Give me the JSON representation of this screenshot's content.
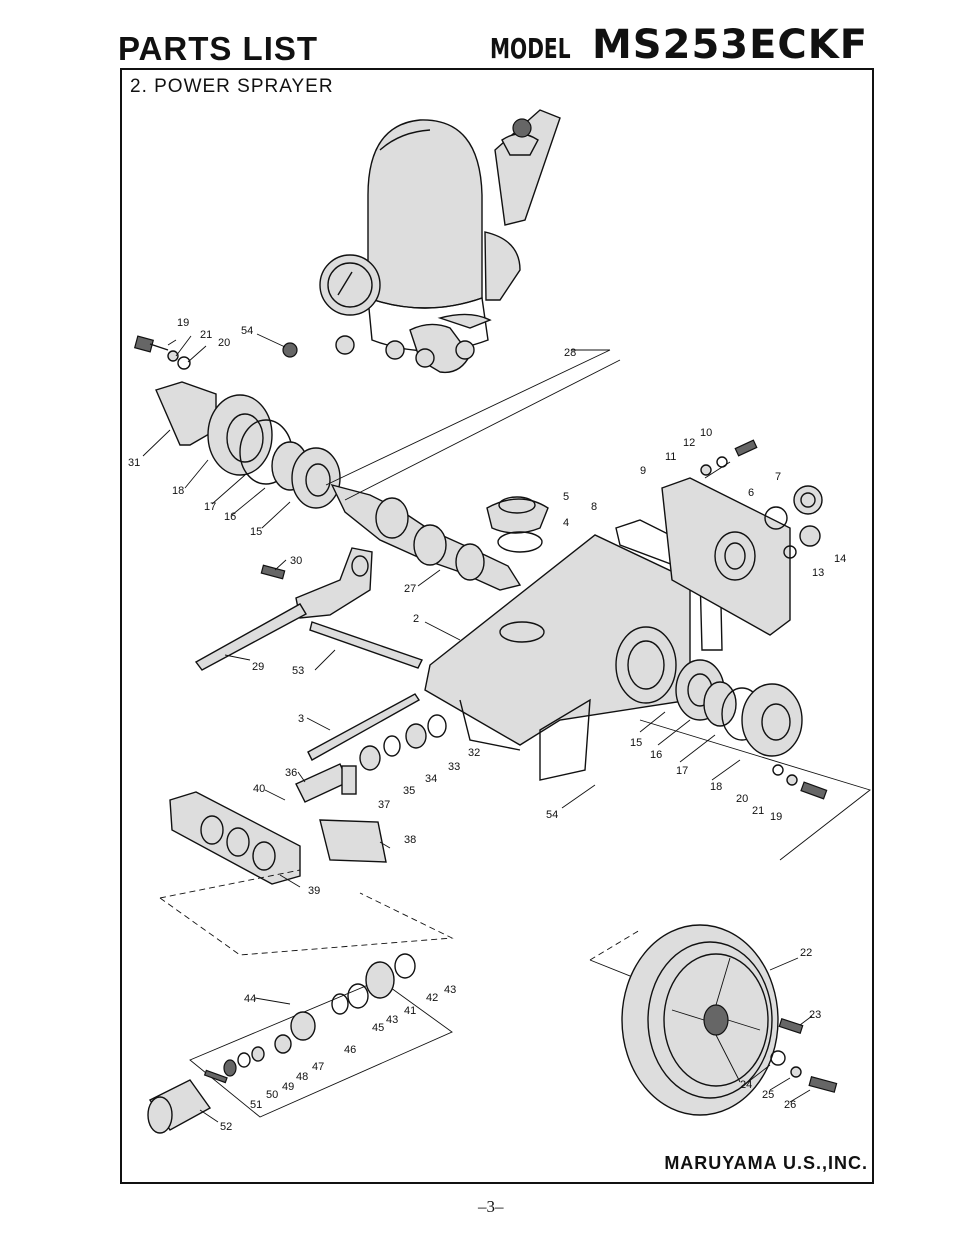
{
  "header": {
    "title": "PARTS LIST",
    "model_label": "MODEL",
    "model": "MS253ECKF"
  },
  "section": "2. POWER SPRAYER",
  "company": "MARUYAMA U.S.,INC.",
  "page_number": "–3–",
  "callouts": [
    "19",
    "21",
    "20",
    "54",
    "28",
    "10",
    "12",
    "11",
    "9",
    "7",
    "6",
    "5",
    "4",
    "8",
    "14",
    "13",
    "31",
    "18",
    "17",
    "16",
    "15",
    "30",
    "27",
    "2",
    "29",
    "53",
    "3",
    "32",
    "33",
    "34",
    "35",
    "36",
    "40",
    "37",
    "15",
    "16",
    "17",
    "18",
    "20",
    "21",
    "19",
    "54",
    "38",
    "39",
    "22",
    "44",
    "43",
    "42",
    "41",
    "43",
    "45",
    "46",
    "47",
    "48",
    "49",
    "50",
    "51",
    "52",
    "23",
    "24",
    "25",
    "26"
  ]
}
